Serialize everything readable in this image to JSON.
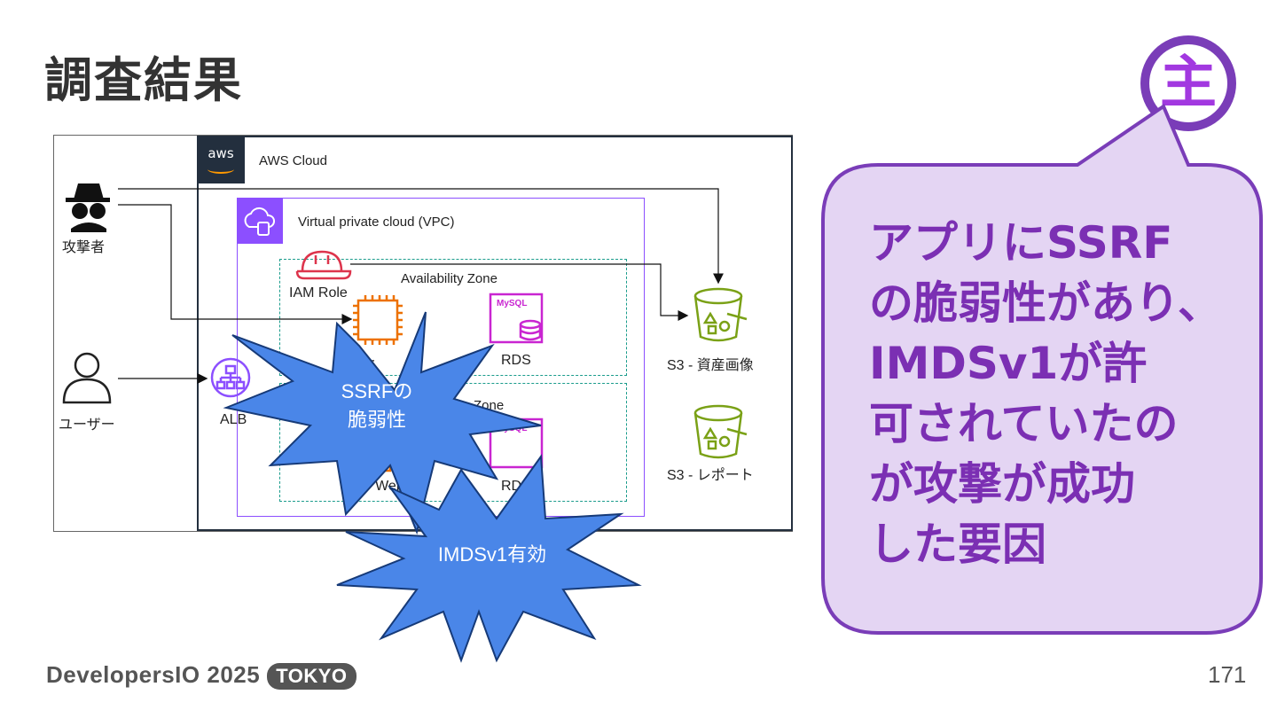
{
  "title": "調査結果",
  "badge": {
    "text": "主"
  },
  "diagram": {
    "aws_logo": "aws",
    "aws_cloud": "AWS Cloud",
    "vpc": "Virtual private cloud (VPC)",
    "iam_role": "IAM Role",
    "az1": "Availability Zone",
    "az2_partial": "Zone",
    "rds1": "RDS",
    "rds2_partial": "RD",
    "mysql": "MySQL",
    "ec2_1_partial": "2 -",
    "ec2_2_partial": "2 - Web",
    "attacker": "攻撃者",
    "user": "ユーザー",
    "alb": "ALB",
    "s3_assets": "S3 - 資産画像",
    "s3_report": "S3 - レポート"
  },
  "bursts": {
    "ssrf_line1": "SSRFの",
    "ssrf_line2": "脆弱性",
    "imds": "IMDSv1有効"
  },
  "bubble": {
    "lines": [
      "アプリにSSRF",
      "の脆弱性があり、",
      "IMDSv1が許",
      "可されていたの",
      "が攻撃が成功",
      "した要因"
    ]
  },
  "footer": {
    "brand": "DevelopersIO 2025",
    "tag": "TOKYO"
  },
  "page_number": "171",
  "colors": {
    "accent": "#7b2fb3",
    "burst": "#4a86e8",
    "vpc": "#8c4fff",
    "az": "#1a9c8c",
    "ec2": "#ed7100",
    "rds": "#c925d1",
    "s3": "#7aa116"
  }
}
